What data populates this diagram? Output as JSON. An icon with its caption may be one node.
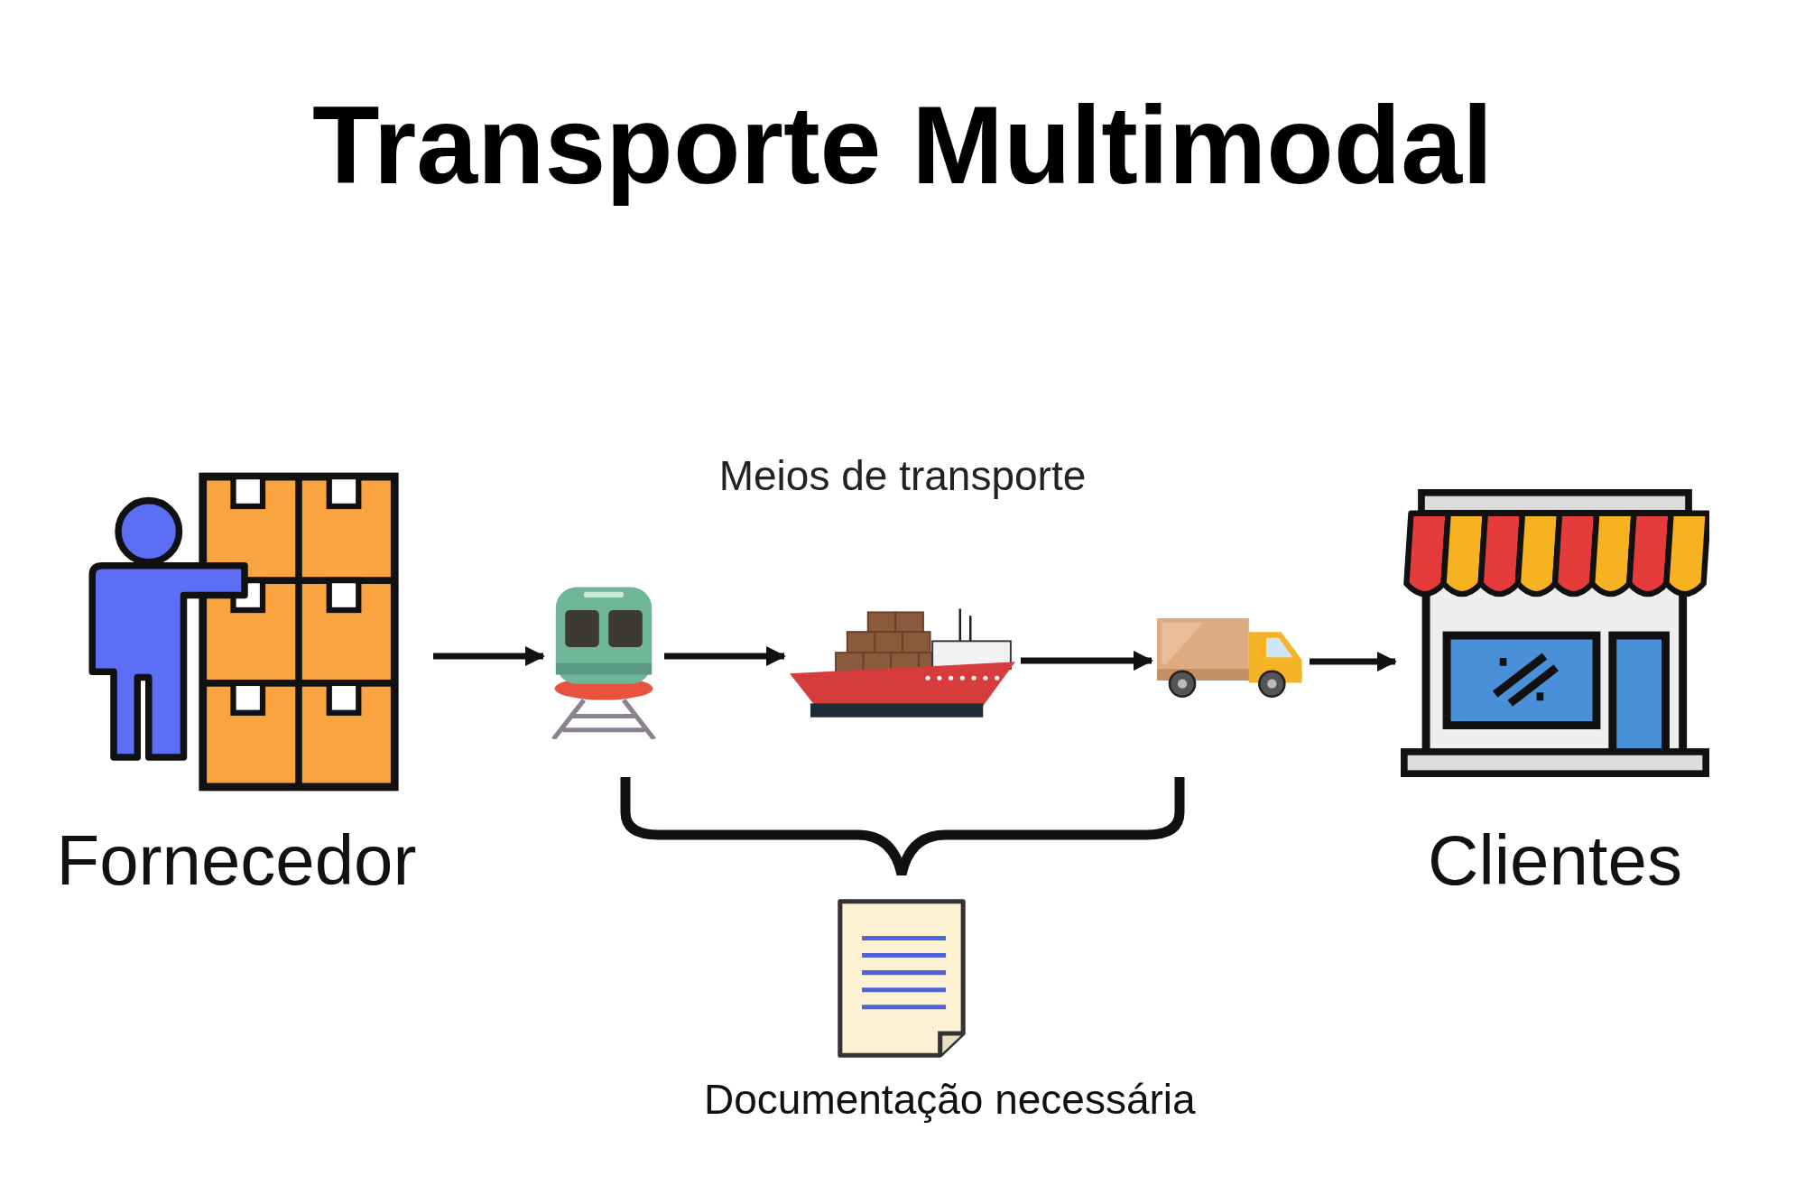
{
  "diagram": {
    "title": "Transporte Multimodal",
    "nodes": [
      {
        "text": [
          "Fornecedor"
        ]
      },
      {
        "text": [],
        "shape": "picture"
      },
      {
        "text": [],
        "shape": "picture"
      },
      {
        "text": [],
        "shape": "picture"
      },
      {
        "text": [
          "Clientes"
        ]
      },
      {
        "text": [
          "Documentação necessária"
        ]
      }
    ],
    "edges": [
      {
        "from": 0,
        "to": 1,
        "arrow": "to"
      },
      {
        "from": 1,
        "to": 2,
        "arrow": "to"
      },
      {
        "from": 2,
        "to": 3,
        "arrow": "to"
      },
      {
        "from": 3,
        "to": 4,
        "arrow": "to"
      }
    ],
    "labels": [
      "Meios de transporte"
    ]
  }
}
